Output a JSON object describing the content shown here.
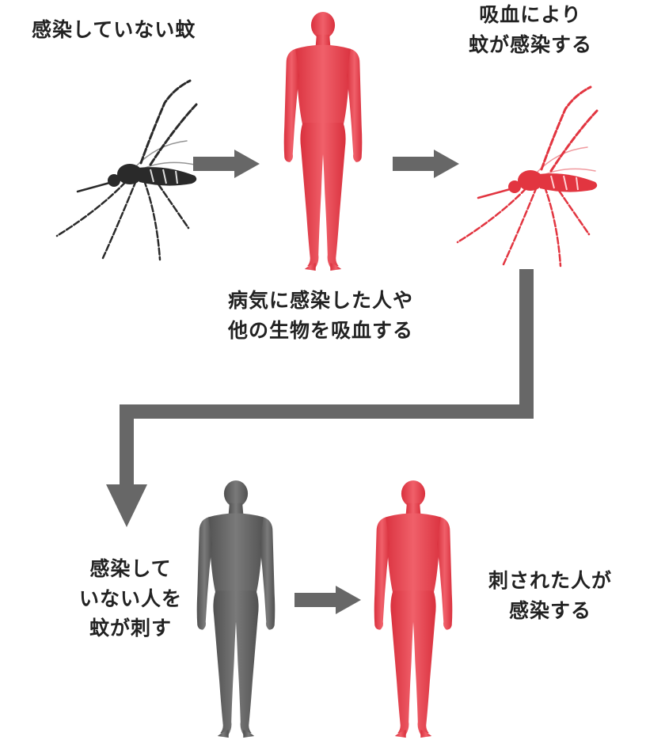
{
  "labels": {
    "uninfected_mosquito": "感染していない蚊",
    "bite_infects_line1": "吸血により",
    "bite_infects_line2": "蚊が感染する",
    "sucks_blood_line1": "病気に感染した人や",
    "sucks_blood_line2": "他の生物を吸血する",
    "bites_uninfected_line1": "感染して",
    "bites_uninfected_line2": "いない人を",
    "bites_uninfected_line3": "蚊が刺す",
    "bitten_infected_line1": "刺された人が",
    "bitten_infected_line2": "感染する"
  },
  "colors": {
    "infected": "#e8414d",
    "uninfected_person": "#5f5f5f",
    "mosquito_normal": "#2a2a2a",
    "mosquito_infected": "#e23540",
    "arrow": "#676767",
    "text": "#222222"
  },
  "icons": {
    "mosquito": "mosquito-icon",
    "person": "person-silhouette-icon",
    "arrow": "arrow-right-icon"
  }
}
